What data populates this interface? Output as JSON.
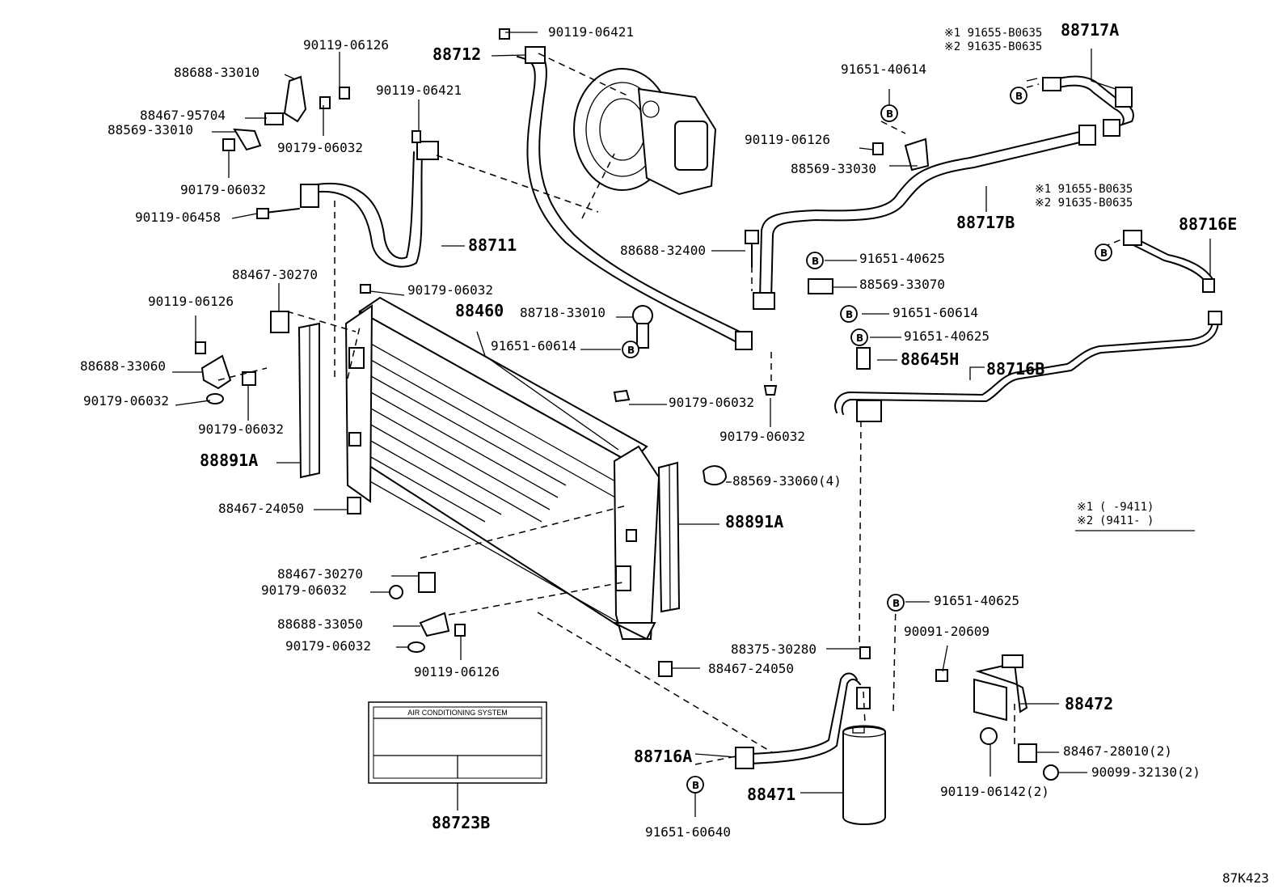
{
  "labels": {
    "p88688_33010": "88688-33010",
    "p90119_06126_a": "90119-06126",
    "p88467_95704": "88467-95704",
    "p88569_33010": "88569-33010",
    "p90179_06032_a": "90179-06032",
    "p90179_06032_b": "90179-06032",
    "p90119_06458": "90119-06458",
    "p90119_06421_a": "90119-06421",
    "p90119_06421_b": "90119-06421",
    "p88712": "88712",
    "p88711": "88711",
    "p88467_30270_a": "88467-30270",
    "p90119_06126_b": "90119-06126",
    "p88688_33060": "88688-33060",
    "p90179_06032_c": "90179-06032",
    "p90179_06032_d": "90179-06032",
    "p88891A_left": "88891A",
    "p88467_24050_a": "88467-24050",
    "p90179_06032_e": "90179-06032",
    "p88460": "88460",
    "p88718_33010": "88718-33010",
    "p91651_60614_a": "91651-60614",
    "p88688_32400": "88688-32400",
    "p90179_06032_f": "90179-06032",
    "p90179_06032_g": "90179-06032",
    "p88569_33060": "88569-33060(4)",
    "p88891A_right": "88891A",
    "p88467_30270_b": "88467-30270",
    "p90179_06032_h": "90179-06032",
    "p88688_33050": "88688-33050",
    "p90179_06032_i": "90179-06032",
    "p90119_06126_c": "90119-06126",
    "p88467_24050_b": "88467-24050",
    "p88375_30280": "88375-30280",
    "p88723B": "88723B",
    "p88716A": "88716A",
    "p91651_60640": "91651-60640",
    "p88471": "88471",
    "p91651_40625_c": "91651-40625",
    "p90091_20609": "90091-20609",
    "p88472": "88472",
    "p88467_28010": "88467-28010(2)",
    "p90099_32130": "90099-32130(2)",
    "p90119_06142": "90119-06142(2)",
    "p91651_40614": "91651-40614",
    "p90119_06126_d": "90119-06126",
    "p88569_33030": "88569-33030",
    "p88717B": "88717B",
    "p88717A": "88717A",
    "p91655_B0635_a": "※1 91655-B0635",
    "p91635_B0635_a": "※2 91635-B0635",
    "p91655_B0635_b": "※1 91655-B0635",
    "p91635_B0635_b": "※2 91635-B0635",
    "p88716E": "88716E",
    "p91651_40625_a": "91651-40625",
    "p88569_33070": "88569-33070",
    "p91651_60614_b": "91651-60614",
    "p91651_40625_b": "91651-40625",
    "p88645H": "88645H",
    "p88716B": "88716B"
  },
  "legend": {
    "row1_mark": "※1",
    "row1_range": "(    -9411)",
    "row2_mark": "※2",
    "row2_range": "(9411-    )"
  },
  "nameplate": {
    "title": "AIR CONDITIONING SYSTEM"
  },
  "b_mark_letter": "B",
  "illustration_code": "87K423"
}
